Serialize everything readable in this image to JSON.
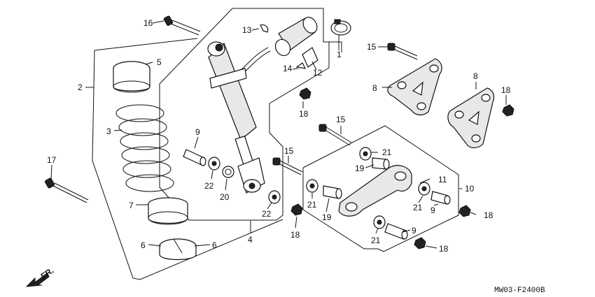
{
  "diagram": {
    "code": "MW03-F2400B",
    "direction_label": "FR."
  },
  "callouts": {
    "c16": "16",
    "c13": "13",
    "c1": "1",
    "c15a": "15",
    "c14": "14",
    "c12": "12",
    "c5": "5",
    "c2": "2",
    "c3": "3",
    "c18a": "18",
    "c8a": "8",
    "c8b": "8",
    "c18b": "18",
    "c9a": "9",
    "c15b": "15",
    "c17": "17",
    "c22a": "22",
    "c20": "20",
    "c21a": "21",
    "c19a": "19",
    "c15c": "15",
    "c7": "7",
    "c22b": "22",
    "c11": "11",
    "c10": "10",
    "c21b": "21",
    "c19b": "19",
    "c21c": "21",
    "c9b": "9",
    "c18c": "18",
    "c4": "4",
    "c18d": "18",
    "c6a": "6",
    "c6b": "6",
    "c9c": "9",
    "c21d": "21",
    "c18e": "18"
  }
}
